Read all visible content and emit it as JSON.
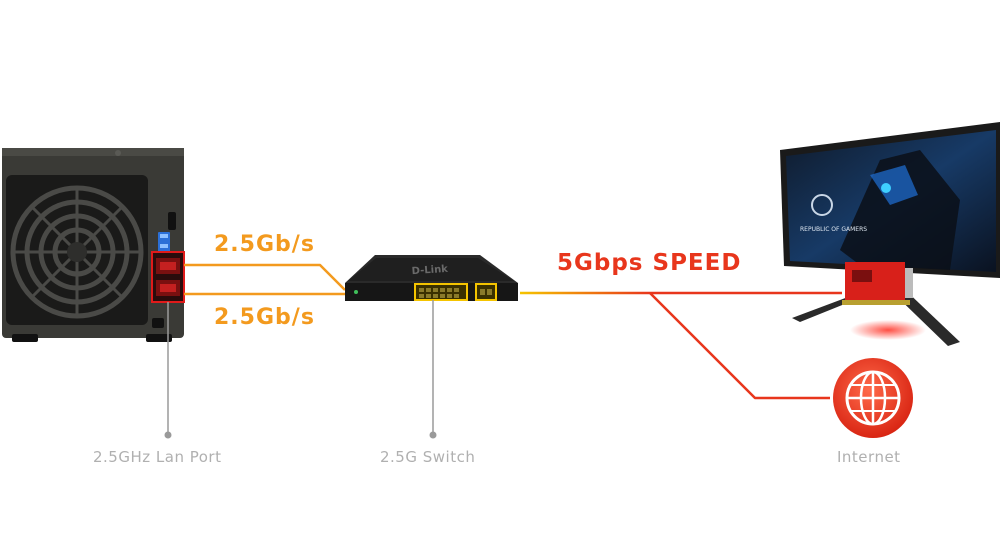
{
  "labels": {
    "link_top": "2.5Gb/s",
    "link_bottom": "2.5Gb/s",
    "uplink_speed": "5Gbps SPEED",
    "nas_caption": "2.5GHz Lan Port",
    "switch_caption": "2.5G Switch",
    "internet_caption": "Internet"
  },
  "devices": {
    "switch_brand": "D-Link",
    "monitor_brand": "REPUBLIC OF GAMERS"
  },
  "colors": {
    "link_orange": "#f39a1e",
    "link_yellow": "#f5c400",
    "link_red": "#e8361c",
    "caption_gray": "#b0b0b0",
    "leader_gray": "#9a9a9a",
    "highlight_red": "#e01a1a"
  }
}
